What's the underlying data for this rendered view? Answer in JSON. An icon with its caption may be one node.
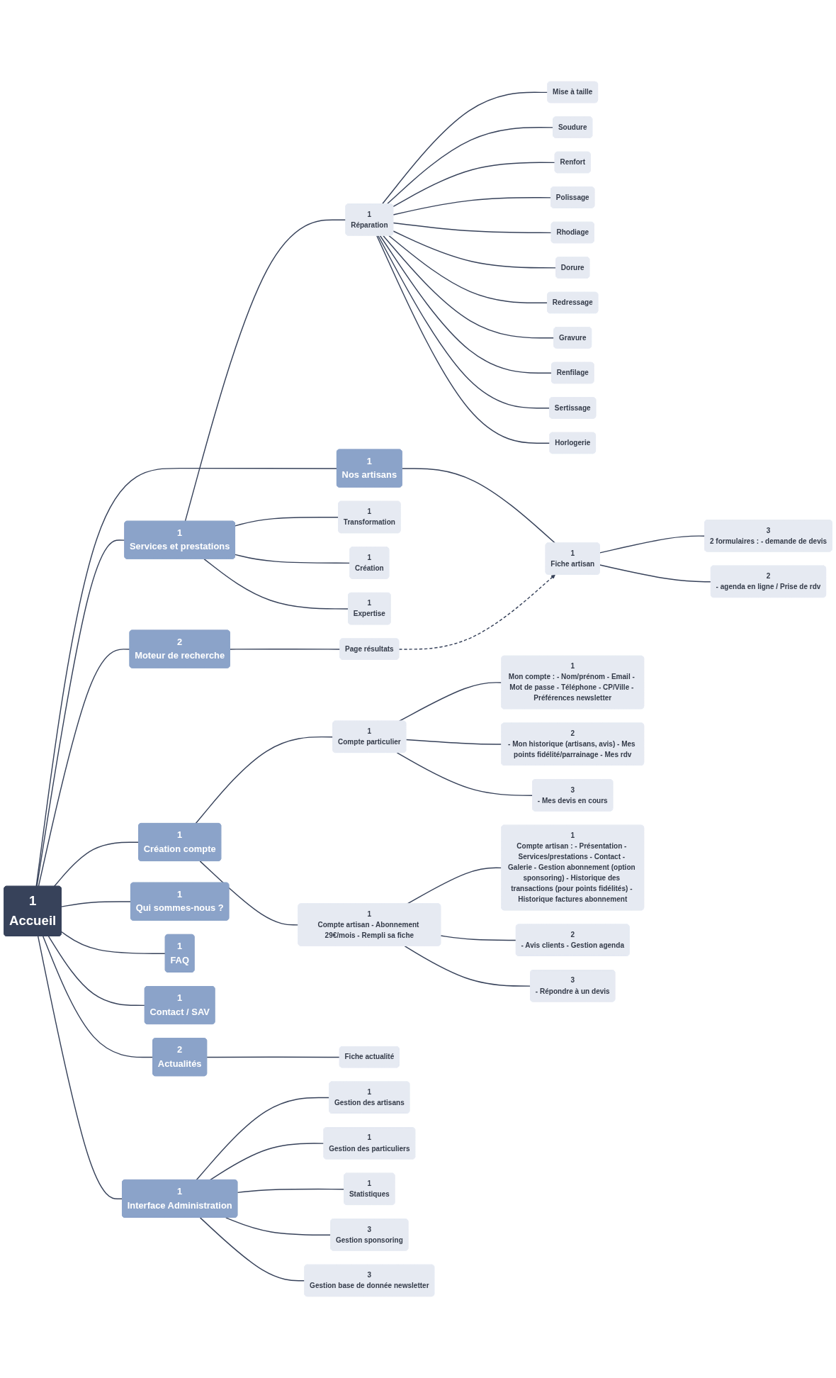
{
  "diagram": {
    "nodes": [
      {
        "text": [
          "1",
          "Accueil"
        ]
      },
      {
        "text": [
          "2",
          "Moteur de recherche"
        ]
      },
      {
        "text": [
          "Page résultats"
        ]
      },
      {
        "text": [
          "1",
          "Services et prestations"
        ]
      },
      {
        "text": [
          "1",
          "Réparation"
        ]
      },
      {
        "text": [
          "Mise à taille"
        ]
      },
      {
        "text": [
          "Soudure"
        ]
      },
      {
        "text": [
          "Renfort"
        ]
      },
      {
        "text": [
          "Polissage"
        ]
      },
      {
        "text": [
          "Rhodiage"
        ]
      },
      {
        "text": [
          "Dorure"
        ]
      },
      {
        "text": [
          "Redressage"
        ]
      },
      {
        "text": [
          "Gravure"
        ]
      },
      {
        "text": [
          "Renfilage"
        ]
      },
      {
        "text": [
          "Sertissage"
        ]
      },
      {
        "text": [
          "Horlogerie"
        ]
      },
      {
        "text": [
          "1",
          "Transformation"
        ]
      },
      {
        "text": [
          "1",
          "Création"
        ]
      },
      {
        "text": [
          "1",
          "Expertise"
        ]
      },
      {
        "text": [
          "1",
          "Nos artisans"
        ]
      },
      {
        "text": [
          "1",
          "Fiche artisan"
        ]
      },
      {
        "text": [
          "3",
          "2 formulaires : - demande de devis"
        ]
      },
      {
        "text": [
          "2",
          "- agenda en ligne / Prise de rdv"
        ]
      },
      {
        "text": [
          "1",
          "Création compte"
        ]
      },
      {
        "text": [
          "1",
          "Compte particulier"
        ]
      },
      {
        "text": [
          "1",
          "Mon compte : - Nom/prénom - Email - Mot de passe - Téléphone - CP/Ville - Préférences newsletter"
        ]
      },
      {
        "text": [
          "2",
          "- Mon historique (artisans, avis) - Mes points fidélité/parrainage - Mes rdv"
        ]
      },
      {
        "text": [
          "3",
          "- Mes devis en cours"
        ]
      },
      {
        "text": [
          "1",
          "Compte artisan - Abonnement 29€/mois - Rempli sa fiche"
        ]
      },
      {
        "text": [
          "1",
          "Compte artisan : - Présentation - Services/prestations - Contact - Galerie - Gestion abonnement (option sponsoring) - Historique des transactions (pour points fidélités) - Historique factures abonnement"
        ]
      },
      {
        "text": [
          "2",
          "- Avis clients - Gestion agenda"
        ]
      },
      {
        "text": [
          "3",
          "- Répondre à un devis"
        ]
      },
      {
        "text": [
          "2",
          "Actualités"
        ]
      },
      {
        "text": [
          "Fiche actualité"
        ]
      },
      {
        "text": [
          "1",
          "Qui sommes-nous ?"
        ]
      },
      {
        "text": [
          "1",
          "FAQ"
        ]
      },
      {
        "text": [
          "1",
          "Contact / SAV"
        ]
      },
      {
        "text": [
          "1",
          "Interface Administration"
        ]
      },
      {
        "text": [
          "1",
          "Gestion des artisans"
        ]
      },
      {
        "text": [
          "1",
          "Gestion des particuliers"
        ]
      },
      {
        "text": [
          "1",
          "Statistiques"
        ]
      },
      {
        "text": [
          "3",
          "Gestion sponsoring"
        ]
      },
      {
        "text": [
          "3",
          "Gestion base de donnée newsletter"
        ]
      }
    ],
    "edges": [
      {
        "from": 0,
        "to": 1,
        "arrow": "none"
      },
      {
        "from": 1,
        "to": 2,
        "arrow": "none"
      },
      {
        "from": 0,
        "to": 3,
        "arrow": "none"
      },
      {
        "from": 3,
        "to": 4,
        "arrow": "none"
      },
      {
        "from": 4,
        "to": 5,
        "arrow": "none"
      },
      {
        "from": 4,
        "to": 6,
        "arrow": "none"
      },
      {
        "from": 4,
        "to": 7,
        "arrow": "none"
      },
      {
        "from": 4,
        "to": 8,
        "arrow": "none"
      },
      {
        "from": 4,
        "to": 9,
        "arrow": "none"
      },
      {
        "from": 4,
        "to": 10,
        "arrow": "none"
      },
      {
        "from": 4,
        "to": 11,
        "arrow": "none"
      },
      {
        "from": 4,
        "to": 12,
        "arrow": "none"
      },
      {
        "from": 4,
        "to": 13,
        "arrow": "none"
      },
      {
        "from": 4,
        "to": 14,
        "arrow": "none"
      },
      {
        "from": 4,
        "to": 15,
        "arrow": "none"
      },
      {
        "from": 3,
        "to": 16,
        "arrow": "none"
      },
      {
        "from": 3,
        "to": 17,
        "arrow": "none"
      },
      {
        "from": 3,
        "to": 18,
        "arrow": "none"
      },
      {
        "from": 0,
        "to": 19,
        "arrow": "none"
      },
      {
        "from": 19,
        "to": 20,
        "arrow": "none"
      },
      {
        "from": 20,
        "to": 21,
        "arrow": "none"
      },
      {
        "from": 20,
        "to": 22,
        "arrow": "none"
      },
      {
        "from": 2,
        "to": 20,
        "arrow": "to",
        "style": "dashed"
      },
      {
        "from": 0,
        "to": 23,
        "arrow": "none"
      },
      {
        "from": 23,
        "to": 24,
        "arrow": "none"
      },
      {
        "from": 24,
        "to": 25,
        "arrow": "none"
      },
      {
        "from": 24,
        "to": 26,
        "arrow": "none"
      },
      {
        "from": 24,
        "to": 27,
        "arrow": "none"
      },
      {
        "from": 23,
        "to": 28,
        "arrow": "none"
      },
      {
        "from": 28,
        "to": 29,
        "arrow": "none"
      },
      {
        "from": 28,
        "to": 30,
        "arrow": "none"
      },
      {
        "from": 28,
        "to": 31,
        "arrow": "none"
      },
      {
        "from": 0,
        "to": 32,
        "arrow": "none"
      },
      {
        "from": 32,
        "to": 33,
        "arrow": "none"
      },
      {
        "from": 0,
        "to": 34,
        "arrow": "none"
      },
      {
        "from": 0,
        "to": 35,
        "arrow": "none"
      },
      {
        "from": 0,
        "to": 36,
        "arrow": "none"
      },
      {
        "from": 0,
        "to": 37,
        "arrow": "none"
      },
      {
        "from": 37,
        "to": 38,
        "arrow": "none"
      },
      {
        "from": 37,
        "to": 39,
        "arrow": "none"
      },
      {
        "from": 37,
        "to": 40,
        "arrow": "none"
      },
      {
        "from": 37,
        "to": 41,
        "arrow": "none"
      },
      {
        "from": 37,
        "to": 42,
        "arrow": "none"
      }
    ]
  }
}
